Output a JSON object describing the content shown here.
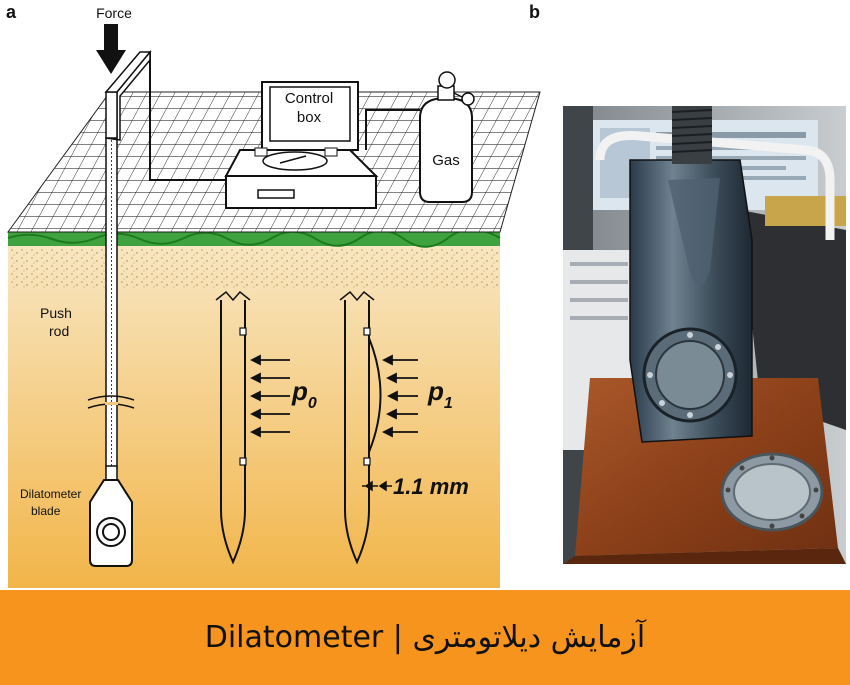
{
  "panels": {
    "a": "a",
    "b": "b"
  },
  "labels": {
    "force": "Force",
    "control_box_line1": "Control",
    "control_box_line2": "box",
    "gas": "Gas",
    "push_line1": "Push",
    "push_line2": "rod",
    "dil_line1": "Dilatometer",
    "dil_line2": "blade",
    "p0": "p",
    "p0_sub": "0",
    "p1": "p",
    "p1_sub": "1",
    "displacement": "1.1 mm"
  },
  "banner": {
    "title": "آزمایش دیلاتومتری | Dilatometer"
  },
  "colors": {
    "banner": "#f7941d",
    "soil_top": "#f5deb0",
    "soil_bottom": "#f2b54a",
    "grass": "#3ea33e"
  }
}
